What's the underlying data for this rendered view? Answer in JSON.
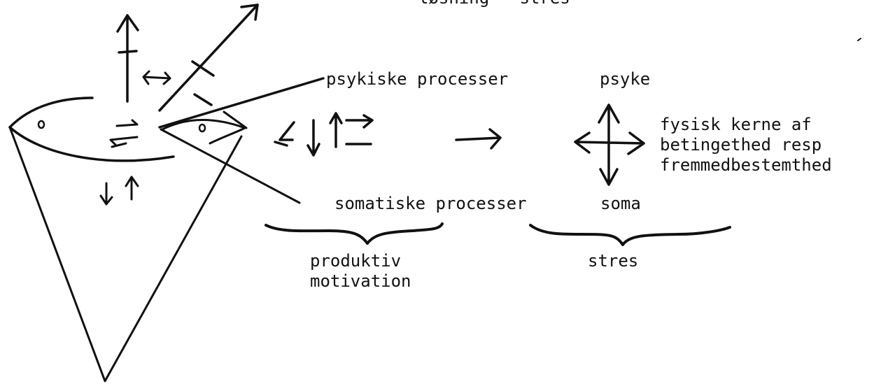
{
  "diagram": {
    "top_label": "løsning - stres",
    "psykiske_processer": "psykiske processer",
    "psyke": "psyke",
    "kerne_lines": [
      "fysisk kerne af",
      "betingethed resp",
      "fremmedbestemthed"
    ],
    "somatiske_processer": "somatiske processer",
    "soma": "soma",
    "produktiv_lines": [
      "produktiv",
      "motivation"
    ],
    "stres": "stres"
  },
  "colors": {
    "ink": "#111111",
    "paper": "#ffffff"
  }
}
